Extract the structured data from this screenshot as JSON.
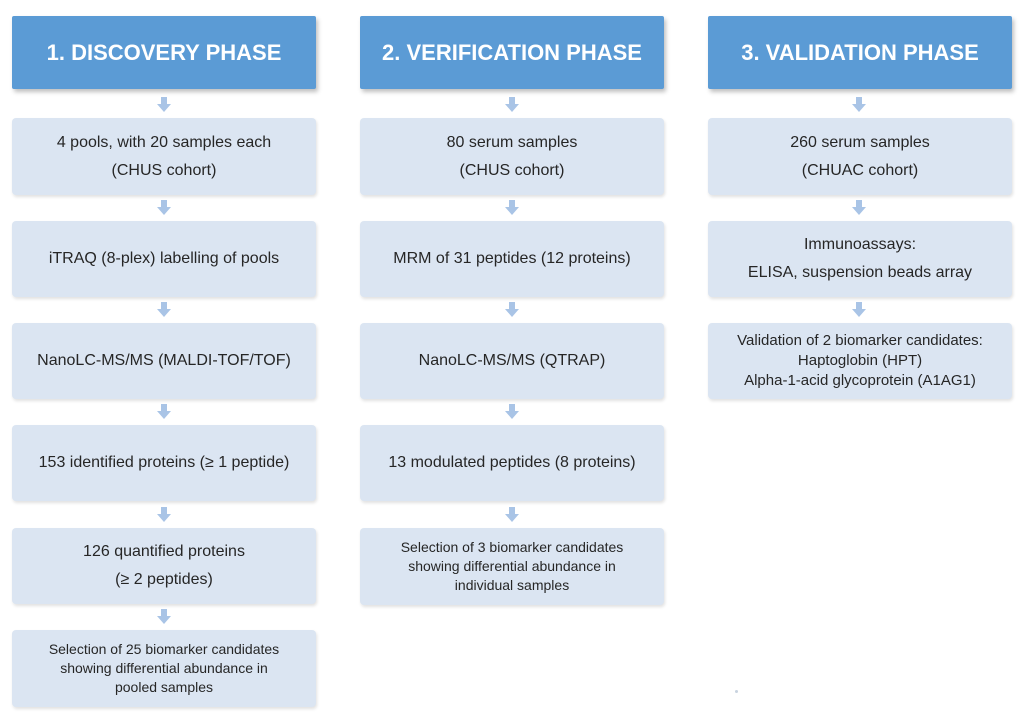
{
  "colors": {
    "header_fill": "#5b9bd5",
    "box_fill": "#dbe5f2",
    "arrow_fill": "#a9c4e6",
    "text": "#262626"
  },
  "phases": [
    {
      "title": "1. DISCOVERY PHASE",
      "steps": [
        [
          "4 pools, with 20 samples each",
          "(CHUS cohort)"
        ],
        [
          "iTRAQ (8-plex) labelling of pools"
        ],
        [
          "NanoLC-MS/MS (MALDI-TOF/TOF)"
        ],
        [
          "153 identified proteins (≥ 1 peptide)"
        ],
        [
          "126 quantified proteins",
          "(≥ 2 peptides)"
        ],
        [
          "Selection of 25 biomarker candidates",
          "showing differential abundance in",
          "pooled samples"
        ]
      ]
    },
    {
      "title": "2. VERIFICATION PHASE",
      "steps": [
        [
          "80 serum samples",
          "(CHUS cohort)"
        ],
        [
          "MRM of 31 peptides (12 proteins)"
        ],
        [
          "NanoLC-MS/MS (QTRAP)"
        ],
        [
          "13 modulated peptides (8 proteins)"
        ],
        [
          "Selection of 3 biomarker candidates",
          "showing differential abundance in",
          "individual samples"
        ]
      ]
    },
    {
      "title": "3. VALIDATION PHASE",
      "steps": [
        [
          "260 serum samples",
          "(CHUAC cohort)"
        ],
        [
          "Immunoassays:",
          "ELISA, suspension beads array"
        ],
        [
          "Validation of 2 biomarker candidates:",
          "Haptoglobin (HPT)",
          "Alpha-1-acid glycoprotein (A1AG1)"
        ]
      ]
    }
  ]
}
